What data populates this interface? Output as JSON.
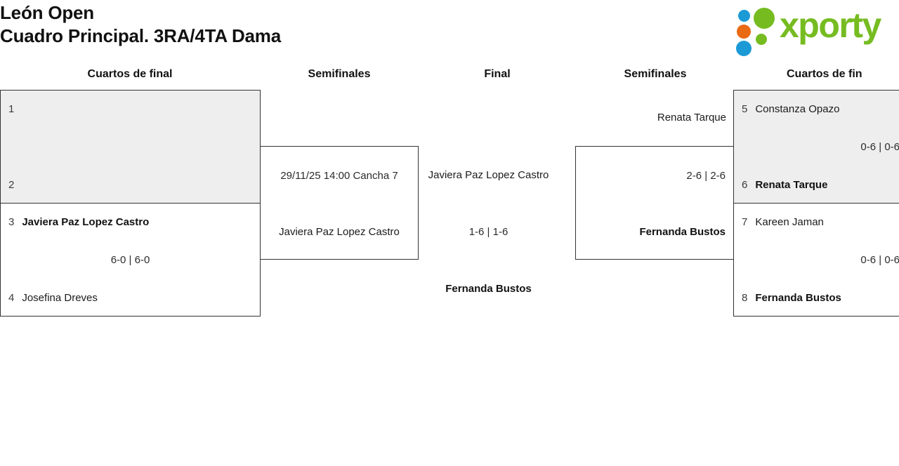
{
  "header": {
    "tournament": "León Open",
    "draw": "Cuadro Principal. 3RA/4TA Dama",
    "logo_word": "xporty",
    "logo_colors": {
      "green": "#76bc21",
      "blue": "#1b9ad6",
      "orange": "#ea6a14"
    }
  },
  "rounds": {
    "left_quarters": "Cuartos de final",
    "left_semis": "Semifinales",
    "final": "Final",
    "right_semis": "Semifinales",
    "right_quarters": "Cuartos de fin"
  },
  "bracket": {
    "left_quarterfinals": [
      {
        "shaded": true,
        "top": {
          "seed": "1",
          "name": "",
          "winner": false
        },
        "bottom": {
          "seed": "2",
          "name": "",
          "winner": false
        },
        "score": ""
      },
      {
        "shaded": false,
        "top": {
          "seed": "3",
          "name": "Javiera Paz Lopez Castro",
          "winner": true
        },
        "bottom": {
          "seed": "4",
          "name": "Josefina Dreves",
          "winner": false
        },
        "score": "6-0 | 6-0"
      }
    ],
    "left_semifinal": {
      "meta": "29/11/25 14:00 Cancha 7",
      "bottom_name": "Javiera Paz Lopez Castro",
      "bottom_winner": false
    },
    "final": {
      "top_name": "Javiera Paz Lopez Castro",
      "top_winner": false,
      "score": "1-6 | 1-6",
      "bottom_name": "Fernanda Bustos",
      "bottom_winner": true
    },
    "right_semifinal": {
      "top_name": "Renata Tarque",
      "top_winner": false,
      "score": "2-6 | 2-6",
      "bottom_name": "Fernanda Bustos",
      "bottom_winner": true
    },
    "right_quarterfinals": [
      {
        "shaded": true,
        "top": {
          "seed": "5",
          "name": "Constanza Opazo",
          "winner": false
        },
        "bottom": {
          "seed": "6",
          "name": "Renata Tarque",
          "winner": true
        },
        "score": "0-6 | 0-6"
      },
      {
        "shaded": false,
        "top": {
          "seed": "7",
          "name": "Kareen Jaman",
          "winner": false
        },
        "bottom": {
          "seed": "8",
          "name": "Fernanda Bustos",
          "winner": true
        },
        "score": "0-6 | 0-6"
      }
    ]
  }
}
